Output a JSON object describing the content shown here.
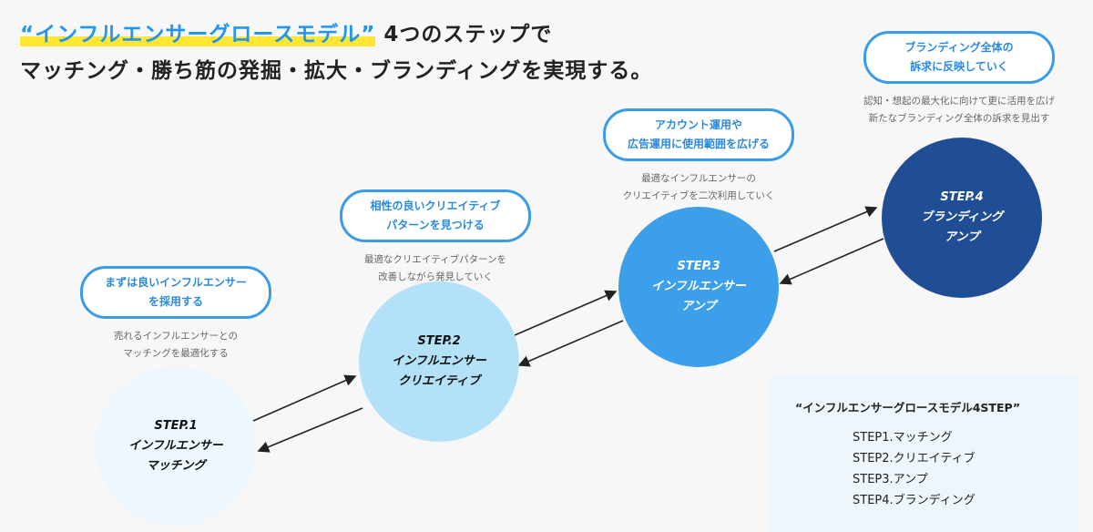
{
  "heading": {
    "highlight": "“インフルエンサーグロースモデル”",
    "rest": " 4つのステップで",
    "line2": "マッチング・勝ち筋の発掘・拡大・ブランディングを実現する。"
  },
  "steps": [
    {
      "pill": [
        "まずは良いインフルエンサー",
        "を採用する"
      ],
      "desc": [
        "売れるインフルエンサーとの",
        "マッチングを最適化する"
      ],
      "circle": [
        "STEP.1",
        "インフルエンサー",
        "マッチング"
      ],
      "color": "#eef7fd",
      "text_color": "#111"
    },
    {
      "pill": [
        "相性の良いクリエイティブ",
        "パターンを見つける"
      ],
      "desc": [
        "最適なクリエイティブパターンを",
        "改善しながら発見していく"
      ],
      "circle": [
        "STEP.2",
        "インフルエンサー",
        "クリエイティブ"
      ],
      "color": "#b3e2f8",
      "text_color": "#111"
    },
    {
      "pill": [
        "アカウント運用や",
        "広告運用に使用範囲を広げる"
      ],
      "desc": [
        "最適なインフルエンサーの",
        "クリエイティブを二次利用していく"
      ],
      "circle": [
        "STEP.3",
        "インフルエンサー",
        "アンプ"
      ],
      "color": "#3d9fea",
      "text_color": "#fff"
    },
    {
      "pill": [
        "ブランディング全体の",
        "訴求に反映していく"
      ],
      "desc": [
        "認知・想起の最大化に向けて更に活用を広げ",
        "新たなブランディング全体の訴求を見出す"
      ],
      "circle": [
        "STEP.4",
        "ブランディング",
        "アンプ"
      ],
      "color": "#1f4e95",
      "text_color": "#fff"
    }
  ],
  "summary": {
    "title": "“インフルエンサーグロースモデル4STEP”",
    "items": [
      "STEP1.マッチング",
      "STEP2.クリエイティブ",
      "STEP3.アンプ",
      "STEP4.ブランディング"
    ]
  }
}
